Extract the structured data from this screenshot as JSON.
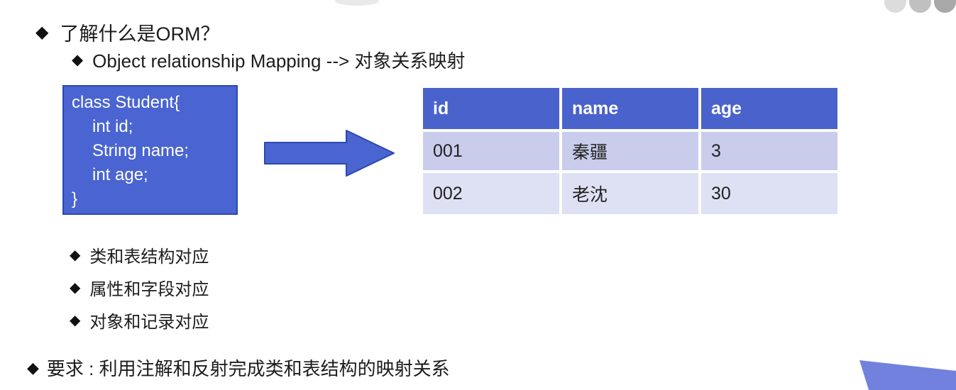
{
  "slide": {
    "bullet_char": "◆",
    "title": "了解什么是ORM？",
    "subtitle": "Object relationship Mapping --> 对象关系映射",
    "code_box": {
      "lines": [
        "class Student{",
        "int id;",
        "String name;",
        "int age;",
        "}"
      ]
    },
    "table": {
      "headers": [
        "id",
        "name",
        "age"
      ],
      "rows": [
        [
          "001",
          "秦疆",
          "3"
        ],
        [
          "002",
          "老沈",
          "30"
        ]
      ]
    },
    "mapping_bullets": [
      "类和表结构对应",
      "属性和字段对应",
      "对象和记录对应"
    ],
    "requirement": "要求 : 利用注解和反射完成类和表结构的映射关系",
    "colors": {
      "primary_blue": "#4a64d2",
      "box_border": "#2c49ae",
      "header_blue": "#4a62cc",
      "row_odd": "#c9cdeb",
      "row_even": "#dee1f3",
      "wedge_blue": "#7381de",
      "dot_light": "#dcdcdc",
      "dot_medium": "#c0c0c0",
      "dot_dark": "#a8a8a8"
    }
  }
}
